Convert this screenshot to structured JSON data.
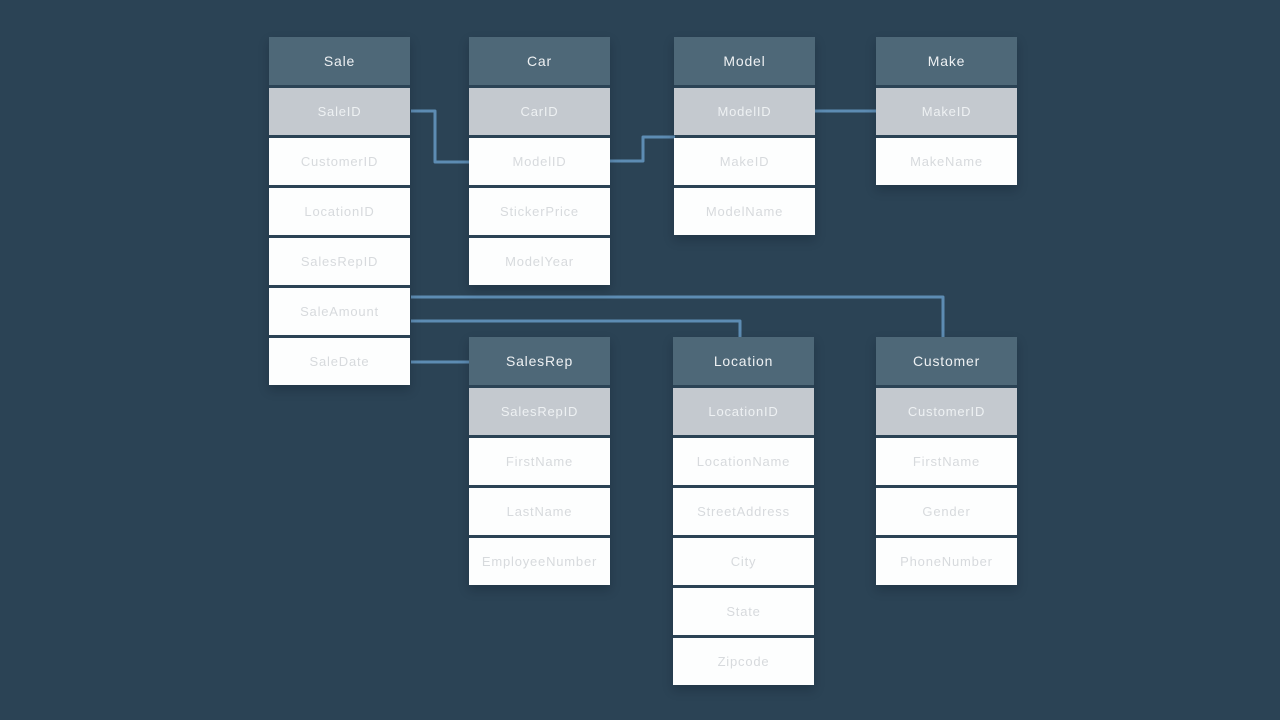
{
  "colors": {
    "background": "#2b4355",
    "table_header": "#4e6878",
    "table_header_text": "#eef1f3",
    "key_row": "#c4c9cf",
    "key_row_text": "#eef1f3",
    "field_row": "#fdfefe",
    "field_row_text": "#d7dadd",
    "connector_line": "#5d8cb3"
  },
  "tables": [
    {
      "name": "Sale",
      "fields": [
        {
          "label": "SaleID",
          "key": true
        },
        {
          "label": "CustomerID",
          "key": false
        },
        {
          "label": "LocationID",
          "key": false
        },
        {
          "label": "SalesRepID",
          "key": false
        },
        {
          "label": "SaleAmount",
          "key": false
        },
        {
          "label": "SaleDate",
          "key": false
        }
      ]
    },
    {
      "name": "Car",
      "fields": [
        {
          "label": "CarID",
          "key": true
        },
        {
          "label": "ModelID",
          "key": false
        },
        {
          "label": "StickerPrice",
          "key": false
        },
        {
          "label": "ModelYear",
          "key": false
        }
      ]
    },
    {
      "name": "Model",
      "fields": [
        {
          "label": "ModelID",
          "key": true
        },
        {
          "label": "MakeID",
          "key": false
        },
        {
          "label": "ModelName",
          "key": false
        }
      ]
    },
    {
      "name": "Make",
      "fields": [
        {
          "label": "MakeID",
          "key": true
        },
        {
          "label": "MakeName",
          "key": false
        }
      ]
    },
    {
      "name": "SalesRep",
      "fields": [
        {
          "label": "SalesRepID",
          "key": true
        },
        {
          "label": "FirstName",
          "key": false
        },
        {
          "label": "LastName",
          "key": false
        },
        {
          "label": "EmployeeNumber",
          "key": false
        }
      ]
    },
    {
      "name": "Location",
      "fields": [
        {
          "label": "LocationID",
          "key": true
        },
        {
          "label": "LocationName",
          "key": false
        },
        {
          "label": "StreetAddress",
          "key": false
        },
        {
          "label": "City",
          "key": false
        },
        {
          "label": "State",
          "key": false
        },
        {
          "label": "Zipcode",
          "key": false
        }
      ]
    },
    {
      "name": "Customer",
      "fields": [
        {
          "label": "CustomerID",
          "key": true
        },
        {
          "label": "FirstName",
          "key": false
        },
        {
          "label": "Gender",
          "key": false
        },
        {
          "label": "PhoneNumber",
          "key": false
        }
      ]
    }
  ],
  "relationships": [
    {
      "from": "Sale.SaleID",
      "to": "Car.ModelID"
    },
    {
      "from": "Car.ModelID",
      "to": "Model.ModelID"
    },
    {
      "from": "Model.ModelID",
      "to": "Make.MakeID"
    },
    {
      "from": "Sale.SaleAmount",
      "to": "Customer"
    },
    {
      "from": "Sale.SaleAmount",
      "to": "Location"
    },
    {
      "from": "Sale.SaleDate",
      "to": "SalesRep"
    }
  ]
}
